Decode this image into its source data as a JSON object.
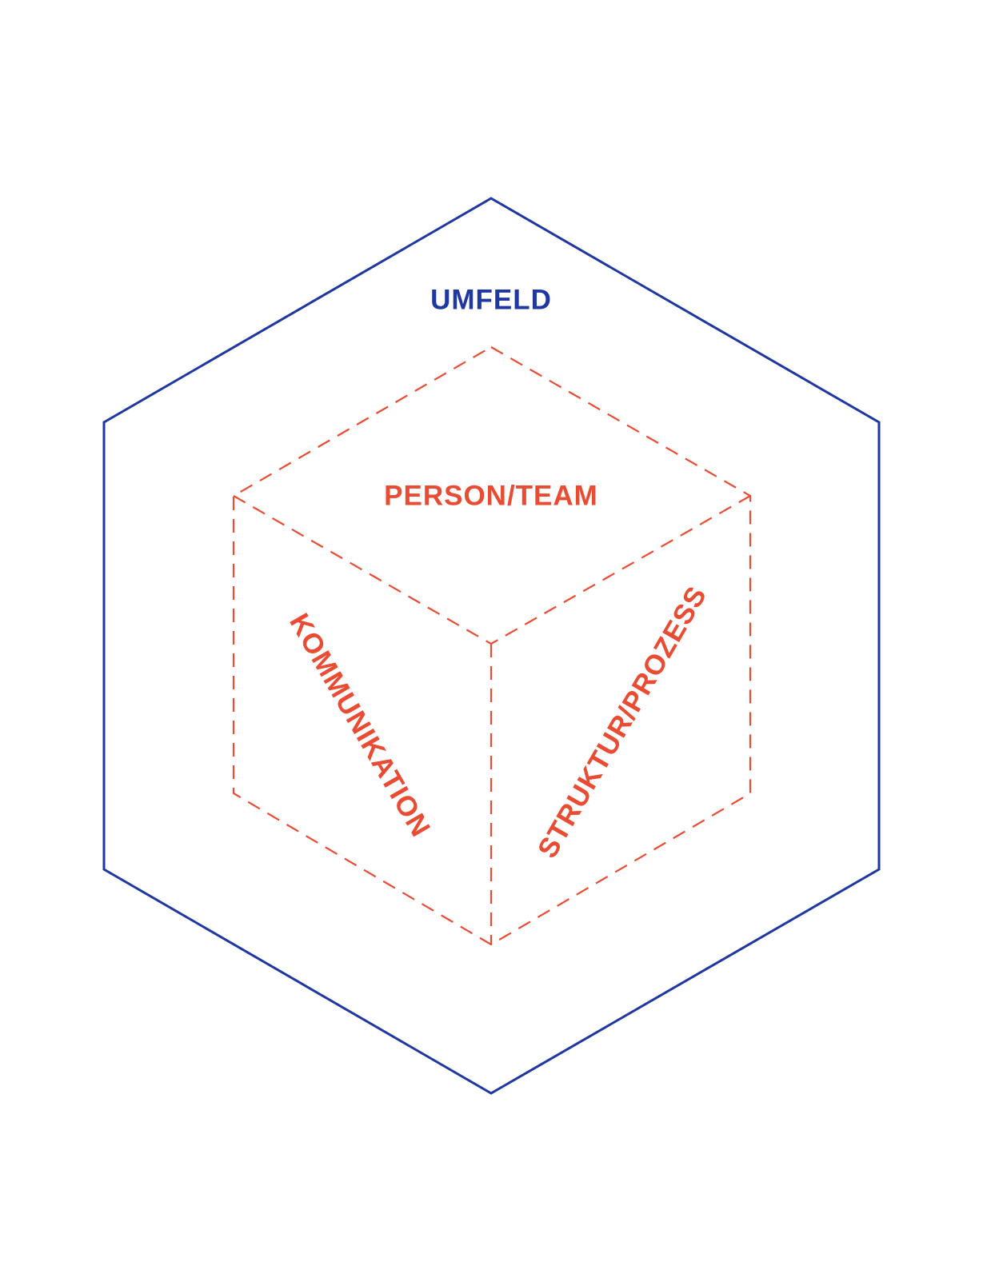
{
  "labels": {
    "outer": "UMFELD",
    "top_face": "PERSON/TEAM",
    "left_face": "KOMMUNIKATION",
    "right_face": "STRUKTUR/PROZESS"
  },
  "colors": {
    "outer_hexagon": "#1f37a0",
    "inner_cube": "#ea4b33",
    "outer_label": "#1f37a0",
    "face_labels": "#ea4b33",
    "background": "#ffffff"
  }
}
